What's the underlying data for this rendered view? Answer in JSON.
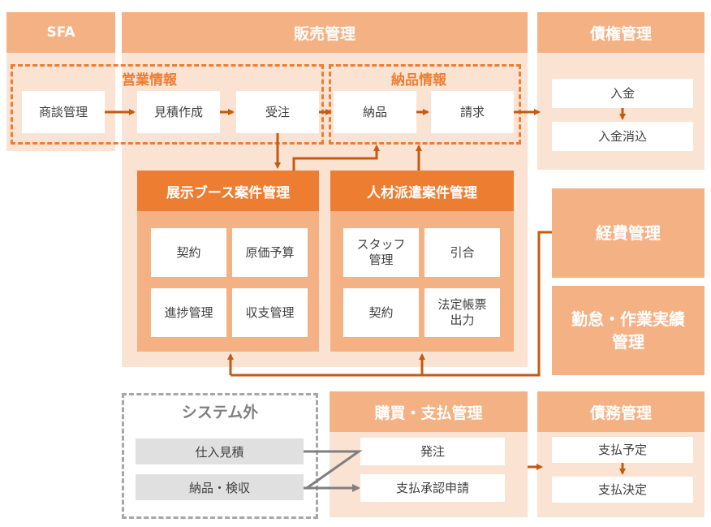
{
  "sfa": {
    "title": "SFA",
    "node": "商談管理"
  },
  "sales": {
    "title": "販売管理",
    "eigyo_label": "営業情報",
    "nohin_label": "納品情報",
    "nodes": {
      "mitsumori": "見積作成",
      "juchu": "受注",
      "nohin": "納品",
      "seikyu": "請求"
    }
  },
  "saiken": {
    "title": "債権管理",
    "nyukin": "入金",
    "nyukin_shokomi": "入金消込"
  },
  "tenji": {
    "title": "展示ブース案件管理",
    "items": [
      "契約",
      "原価予算",
      "進捗管理",
      "収支管理"
    ]
  },
  "jinzai": {
    "title": "人材派遣案件管理",
    "items": [
      "スタッフ\n管理",
      "引合",
      "契約",
      "法定帳票\n出力"
    ]
  },
  "keihi": {
    "title": "経費管理"
  },
  "kintai": {
    "title": "勤怠・作業実績\n管理"
  },
  "external": {
    "title": "システム外",
    "items": [
      "仕入見積",
      "納品・検収"
    ]
  },
  "kobai": {
    "title": "購買・支払管理",
    "hacchu": "発注",
    "shonin": "支払承認申請"
  },
  "saimu": {
    "title": "債務管理",
    "yotei": "支払予定",
    "kettei": "支払決定"
  },
  "colors": {
    "accent": "#ed7d31",
    "light": "#f4b183",
    "panel": "#fbe3d4",
    "arrow": "#c55a11",
    "gray_arrow": "#7f7f7f"
  }
}
